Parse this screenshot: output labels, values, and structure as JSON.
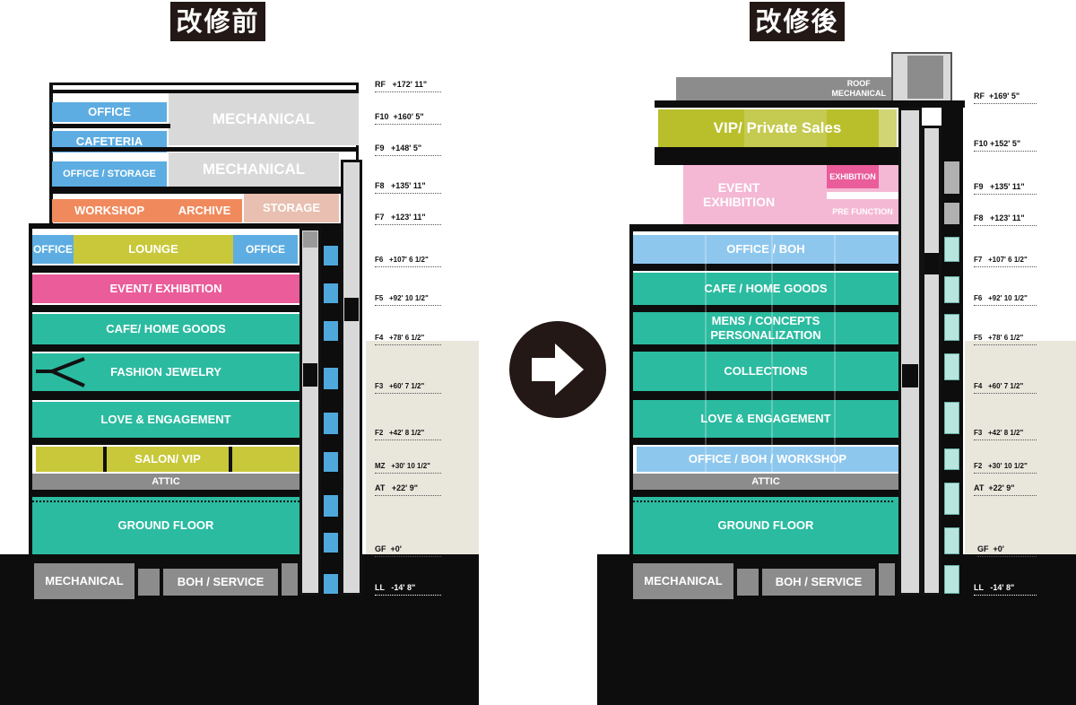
{
  "titles": {
    "before": "改修前",
    "after": "改修後"
  },
  "before": {
    "office_1": "OFFICE",
    "mechanical_1": "MECHANICAL",
    "cafeteria": "CAFETERIA",
    "office_storage": "OFFICE / STORAGE",
    "mechanical_2": "MECHANICAL",
    "workshop": "WORKSHOP",
    "archive": "ARCHIVE",
    "storage": "STORAGE",
    "office_left": "OFFICE",
    "lounge": "LOUNGE",
    "office_right": "OFFICE",
    "event_exhibition": "EVENT/ EXHIBITION",
    "cafe_home_goods": "CAFE/ HOME GOODS",
    "fashion_jewelry": "FASHION JEWELRY",
    "love_engagement": "LOVE & ENGAGEMENT",
    "salon_vip": "SALON/ VIP",
    "attic": "ATTIC",
    "ground_floor": "GROUND FLOOR",
    "mechanical_basement": "MECHANICAL",
    "boh_service": "BOH / SERVICE",
    "levels": [
      {
        "label": "RF   +172' 11\""
      },
      {
        "label": "F10  +160' 5\""
      },
      {
        "label": "F9   +148' 5\""
      },
      {
        "label": "F8   +135' 11\""
      },
      {
        "label": "F7   +123' 11\""
      },
      {
        "label": "F6   +107' 6 1/2\""
      },
      {
        "label": "F5   +92' 10 1/2\""
      },
      {
        "label": "F4   +78' 6 1/2\""
      },
      {
        "label": "F3   +60' 7 1/2\""
      },
      {
        "label": "F2   +42' 8 1/2\""
      },
      {
        "label": "MZ   +30' 10 1/2\""
      },
      {
        "label": "AT   +22' 9\""
      },
      {
        "label": "GF  +0'"
      },
      {
        "label": "LL   -14' 8\""
      }
    ]
  },
  "after": {
    "roof_mechanical": "ROOF\nMECHANICAL",
    "vip_private_sales": "VIP/ Private Sales",
    "event_exhibition": "EVENT\nEXHIBITION",
    "exhibition": "EXHIBITION",
    "pre_function": "PRE FUNCTION",
    "office_boh": "OFFICE / BOH",
    "cafe_home_goods": "CAFE / HOME GOODS",
    "mens_concepts": "MENS / CONCEPTS\nPERSONALIZATION",
    "collections": "COLLECTIONS",
    "love_engagement": "LOVE & ENGAGEMENT",
    "office_boh_workshop": "OFFICE / BOH / WORKSHOP",
    "attic": "ATTIC",
    "ground_floor": "GROUND FLOOR",
    "mechanical_basement": "MECHANICAL",
    "boh_service": "BOH / SERVICE",
    "levels": [
      {
        "label": "RF  +169' 5\""
      },
      {
        "label": "F10 +152' 5\""
      },
      {
        "label": "F9   +135' 11\""
      },
      {
        "label": "F8   +123' 11\""
      },
      {
        "label": "F7   +107' 6 1/2\""
      },
      {
        "label": "F6   +92' 10 1/2\""
      },
      {
        "label": "F5   +78' 6 1/2\""
      },
      {
        "label": "F4   +60' 7 1/2\""
      },
      {
        "label": "F3   +42' 8 1/2\""
      },
      {
        "label": "F2   +30' 10 1/2\""
      },
      {
        "label": "AT  +22' 9\""
      },
      {
        "label": "GF  +0'"
      },
      {
        "label": "LL   -14' 8\""
      }
    ]
  },
  "colors": {
    "office_blue": "#5dade2",
    "mechanical_gray": "#d9d9d9",
    "workshop_orange": "#f08a5d",
    "storage_pink": "#e8bfb0",
    "lounge_olive": "#c8c83a",
    "event_magenta": "#ea5c9a",
    "teal": "#2bbba0",
    "attic_gray": "#8c8c8c",
    "vip_olive": "#b9bf2a",
    "event_pink": "#f4b8d4",
    "ground_dark": "#0d0d0d",
    "neighbor_beige": "#e9e6dc"
  },
  "arrow_icon": "right-arrow-circle-icon"
}
